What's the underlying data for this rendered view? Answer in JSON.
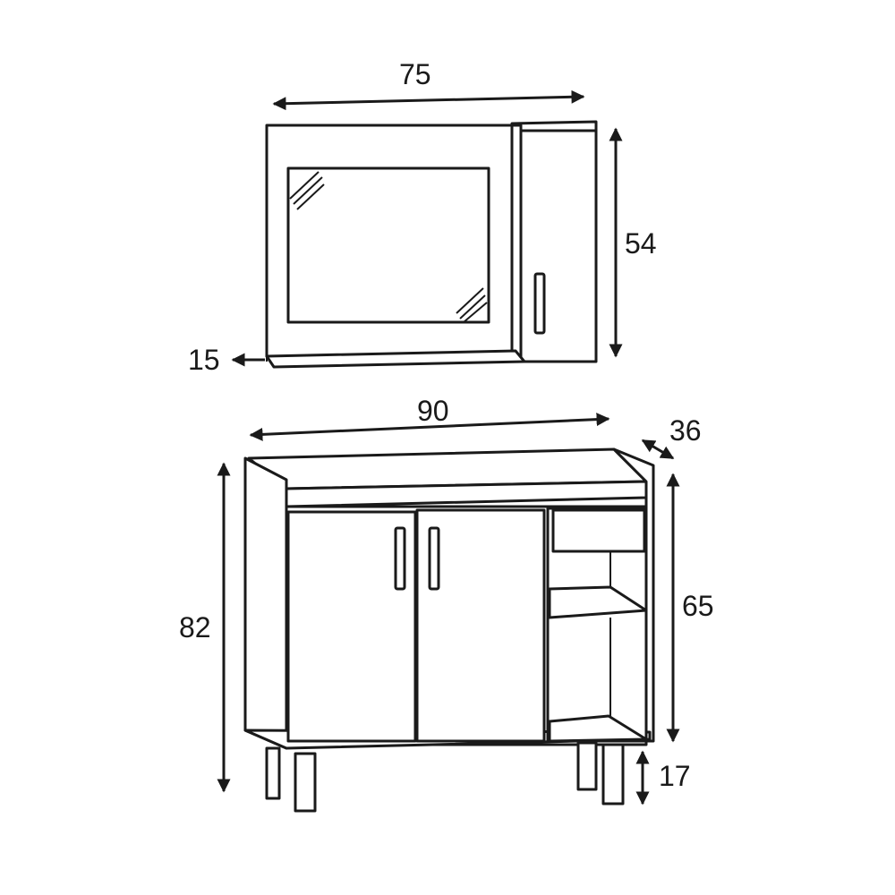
{
  "dimensions": {
    "mirror_width": "75",
    "mirror_height": "54",
    "shelf_depth": "15",
    "cabinet_width": "90",
    "cabinet_depth": "36",
    "cabinet_height_total": "82",
    "cabinet_body_height": "65",
    "leg_height": "17"
  },
  "colors": {
    "line": "#1a1a1a",
    "fill": "#ffffff"
  }
}
